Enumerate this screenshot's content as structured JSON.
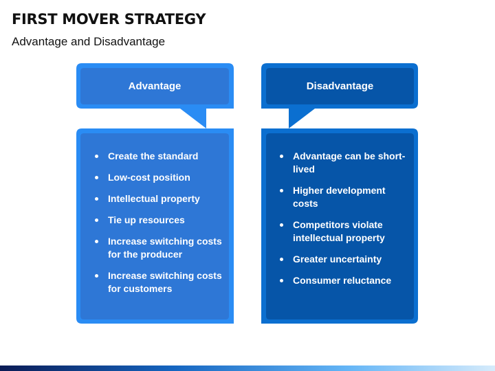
{
  "title": "FIRST MOVER STRATEGY",
  "subtitle": "Advantage and Disadvantage",
  "colors": {
    "advantage_outer": "#2a8cf4",
    "advantage_inner": "#2e77d6",
    "disadvantage_outer": "#0b6fd0",
    "disadvantage_inner": "#0655a8"
  },
  "advantage": {
    "heading": "Advantage",
    "items": [
      "Create the standard",
      "Low-cost position",
      "Intellectual property",
      "Tie up resources",
      "Increase switching costs for the producer",
      "Increase switching costs for customers"
    ]
  },
  "disadvantage": {
    "heading": "Disadvantage",
    "items": [
      "Advantage can be short-lived",
      "Higher development costs",
      "Competitors violate intellectual property",
      "Greater uncertainty",
      "Consumer reluctance"
    ]
  }
}
